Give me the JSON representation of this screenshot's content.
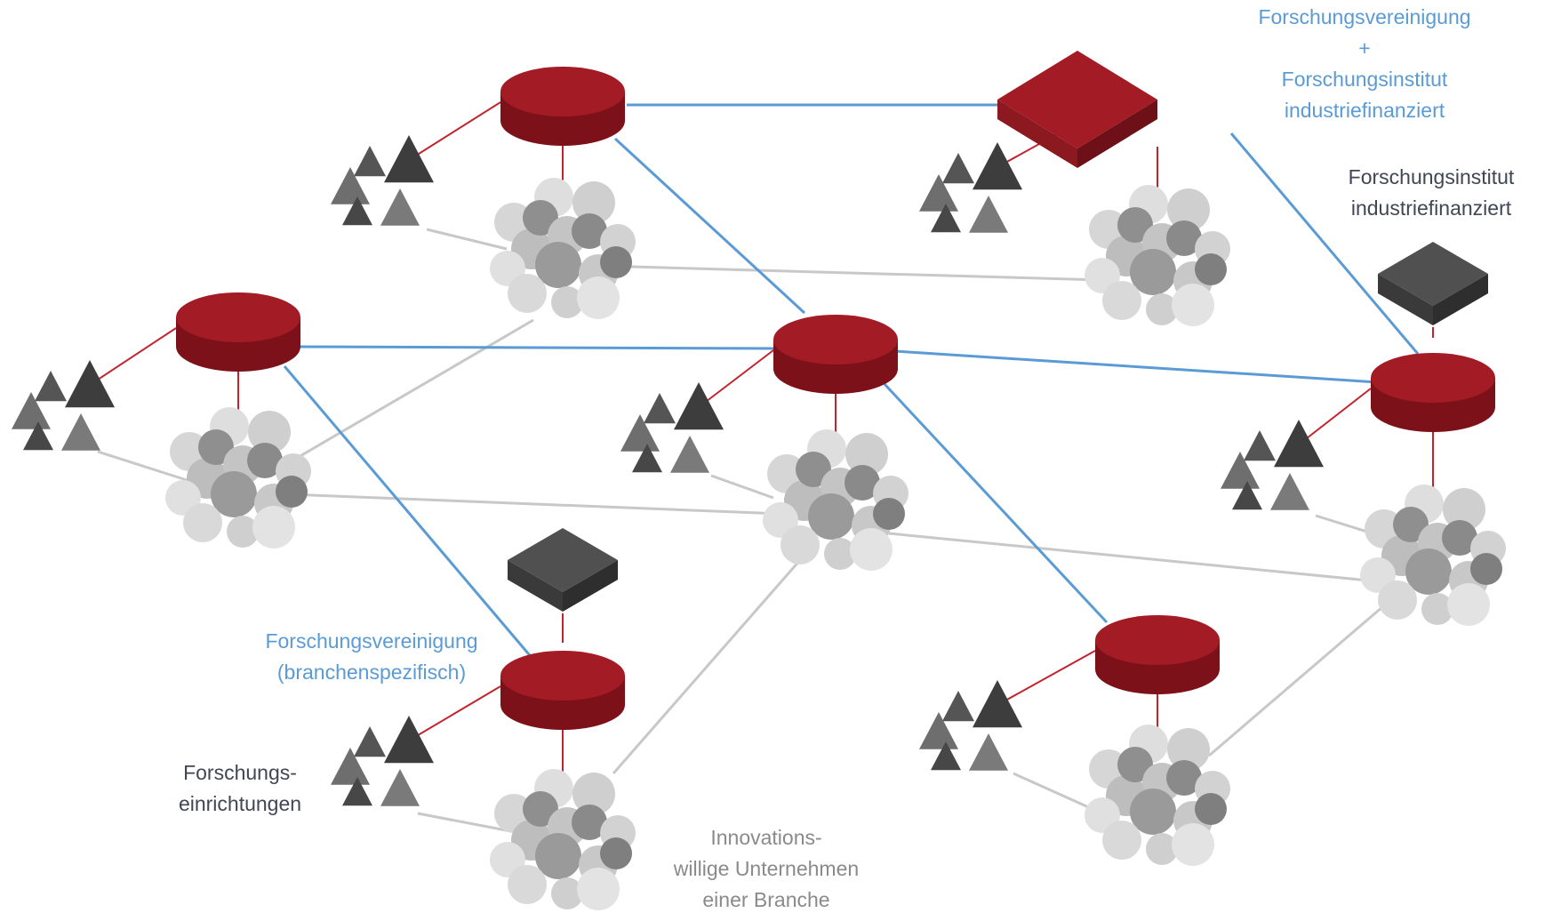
{
  "labels": {
    "vereinigung_plus_institut": {
      "line1": "Forschungsvereinigung",
      "line2": "+",
      "line3": "Forschungsinstitut",
      "line4": "industriefinanziert"
    },
    "institut_industriefinanziert": {
      "line1": "Forschungsinstitut",
      "line2": "industriefinanziert"
    },
    "vereinigung_branchenspezifisch": {
      "line1": "Forschungsvereinigung",
      "line2": "(branchenspezifisch)"
    },
    "forschungseinrichtungen": {
      "line1": "Forschungs-",
      "line2": "einrichtungen"
    },
    "unternehmen": {
      "line1": "Innovations-",
      "line2": "willige Unternehmen",
      "line3": "einer Branche"
    }
  },
  "colors": {
    "node_red": "#a31b24",
    "node_red_side": "#7d1119",
    "node_dark": "#4d4d4d",
    "link_blue": "#5b9bd5",
    "link_red": "#c0252f",
    "link_gray": "#c8c8c8",
    "label_blue": "#5b9bd5",
    "label_dark": "#404654",
    "label_gray": "#8a8a8a"
  },
  "icons": {
    "research_facility": "triangle-cluster-icon",
    "company_group": "circle-cluster-icon",
    "association": "red-cylinder-icon",
    "institute": "box-icon"
  }
}
